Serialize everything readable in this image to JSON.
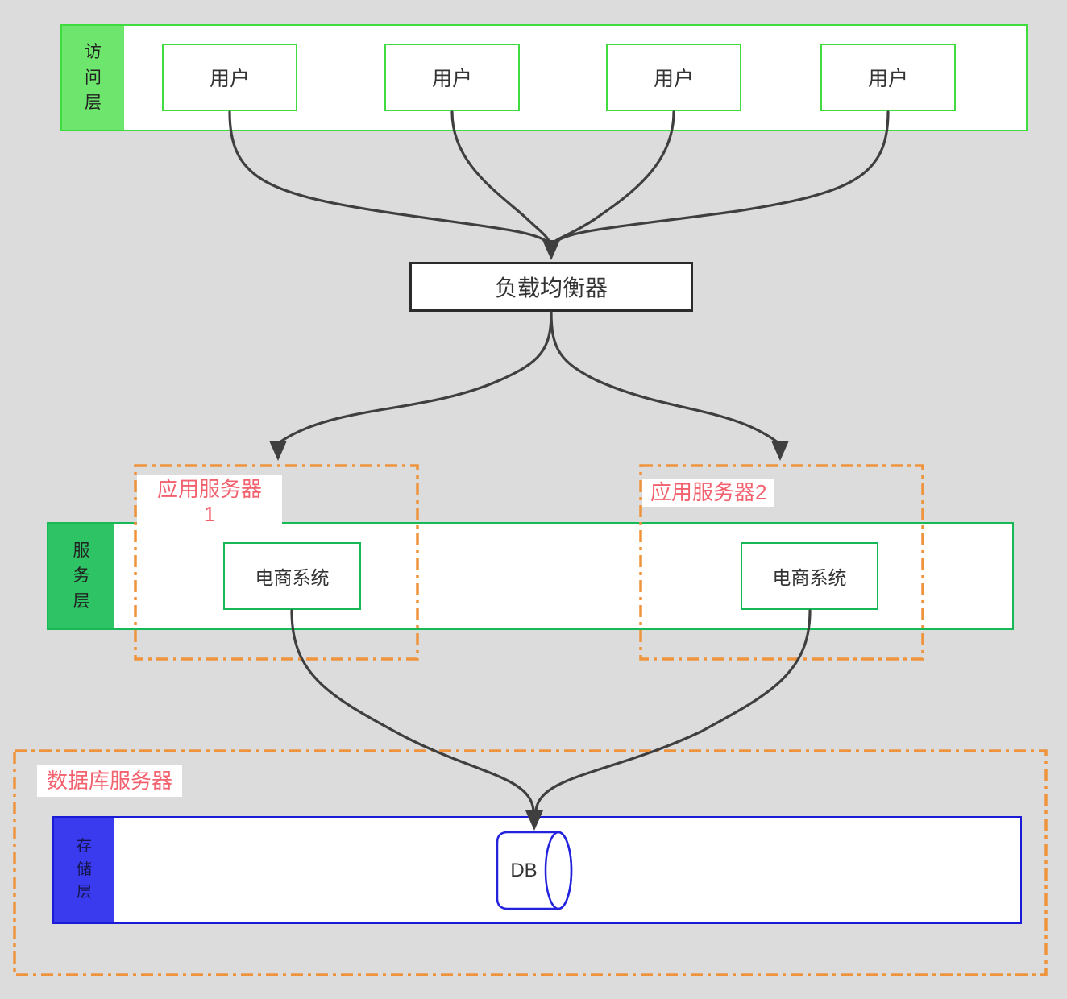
{
  "colors": {
    "canvas-bg": "#dcdcdc",
    "access-border": "#3edc3e",
    "access-label-bg": "#6ee66e",
    "user-box-border": "#41db41",
    "service-border": "#17b857",
    "service-label-bg": "#2ec465",
    "storage-border": "#1b1bd6",
    "storage-label-bg": "#3a3aef",
    "node-border-dark": "#2b2b2b",
    "arrow-color": "#3f3f3f",
    "dashed-border": "#ef943c",
    "group-label-text": "#f2616e",
    "db-outline": "#2323dd",
    "text-dark": "#333333"
  },
  "access_layer": {
    "label": "访问层",
    "users": [
      {
        "label": "用户"
      },
      {
        "label": "用户"
      },
      {
        "label": "用户"
      },
      {
        "label": "用户"
      }
    ]
  },
  "load_balancer": {
    "label": "负载均衡器"
  },
  "app_server_groups": [
    {
      "name_line1": "应用服务器",
      "name_line2": "1",
      "system": {
        "label": "电商系统"
      }
    },
    {
      "name_line1": "应用服务器2",
      "system": {
        "label": "电商系统"
      }
    }
  ],
  "service_layer": {
    "label": "服务层"
  },
  "database_group": {
    "name": "数据库服务器"
  },
  "storage_layer": {
    "label": "存储层",
    "database": {
      "label": "DB"
    }
  }
}
